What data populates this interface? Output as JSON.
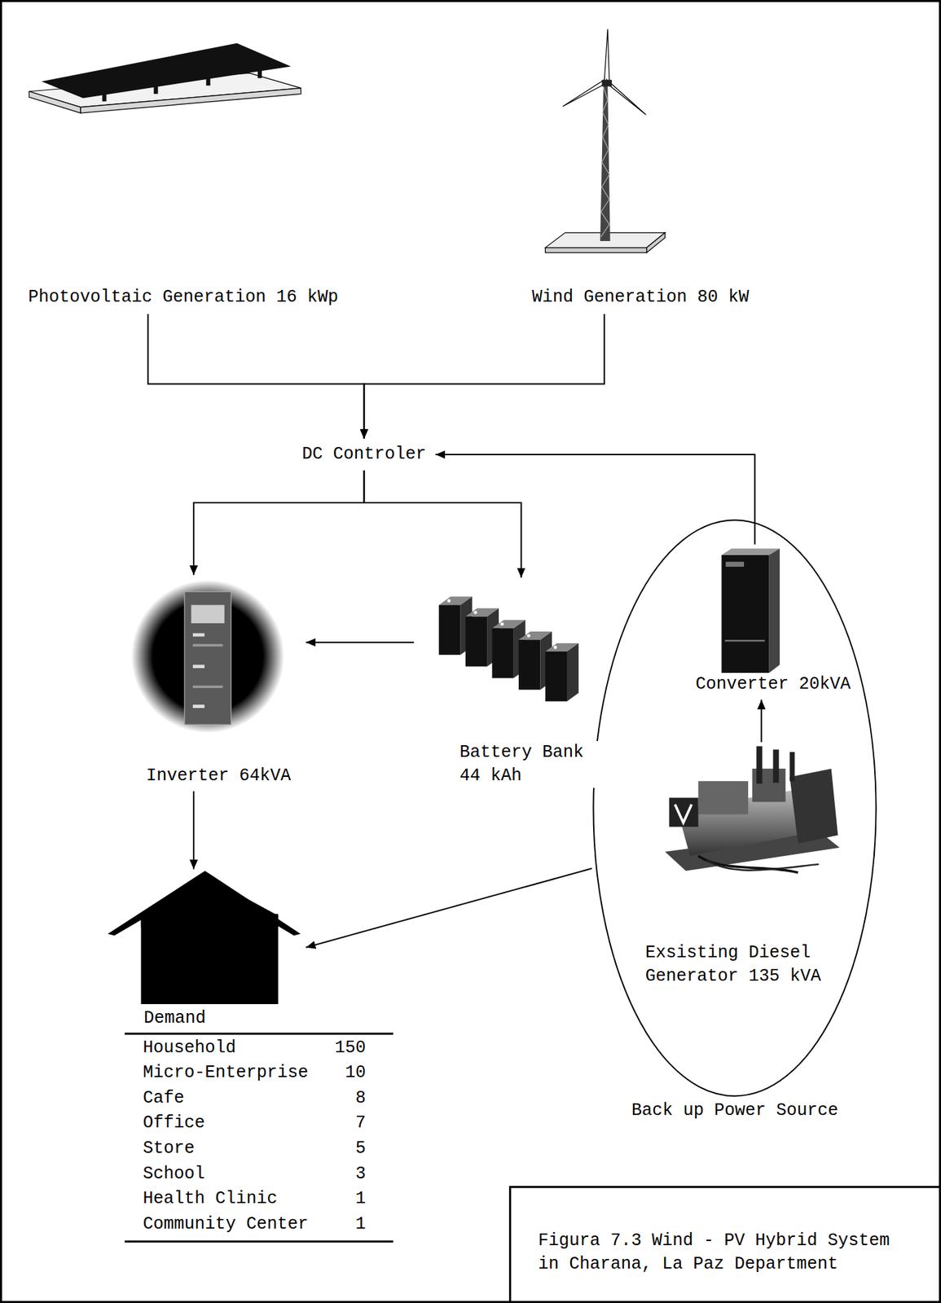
{
  "diagram": {
    "caption": "Figura 7.3 Wind - PV Hybrid System in Charana, La Paz Department",
    "nodes": [
      {
        "text": [
          "Photovoltaic Generation 16 kWp"
        ]
      },
      {
        "text": [
          "Wind Generation 80 kW"
        ]
      },
      {
        "text": [
          "DC Controler"
        ]
      },
      {
        "text": [
          "Inverter 64kVA"
        ]
      },
      {
        "text": [
          "Battery Bank 44 kAh"
        ]
      },
      {
        "text": [
          "Back up Power Source"
        ]
      },
      {
        "text": [
          "Converter 20kVA"
        ],
        "in": 5
      },
      {
        "text": [
          "Exsisting Diesel Generator 135 kVA"
        ],
        "in": 5
      },
      {
        "text": [
          "Demand"
        ]
      }
    ],
    "edges": [
      {
        "from": 0,
        "to": 2,
        "arrow": "to"
      },
      {
        "from": 1,
        "to": 2,
        "arrow": "to"
      },
      {
        "from": 6,
        "to": 2,
        "arrow": "to"
      },
      {
        "from": 2,
        "to": 3,
        "arrow": "to"
      },
      {
        "from": 2,
        "to": 4,
        "arrow": "to"
      },
      {
        "from": 4,
        "to": 3,
        "arrow": "to"
      },
      {
        "from": 7,
        "to": 6,
        "arrow": "to"
      },
      {
        "from": 5,
        "to": 8,
        "arrow": "to"
      },
      {
        "from": 3,
        "to": 8,
        "arrow": "to"
      }
    ],
    "labels": [
      "Household",
      "150",
      "Micro-Enterprise",
      "10",
      "Cafe",
      "8",
      "Office",
      "7",
      "Store",
      "5",
      "School",
      "3",
      "Health Clinic",
      "1",
      "Community Center",
      "1"
    ]
  }
}
